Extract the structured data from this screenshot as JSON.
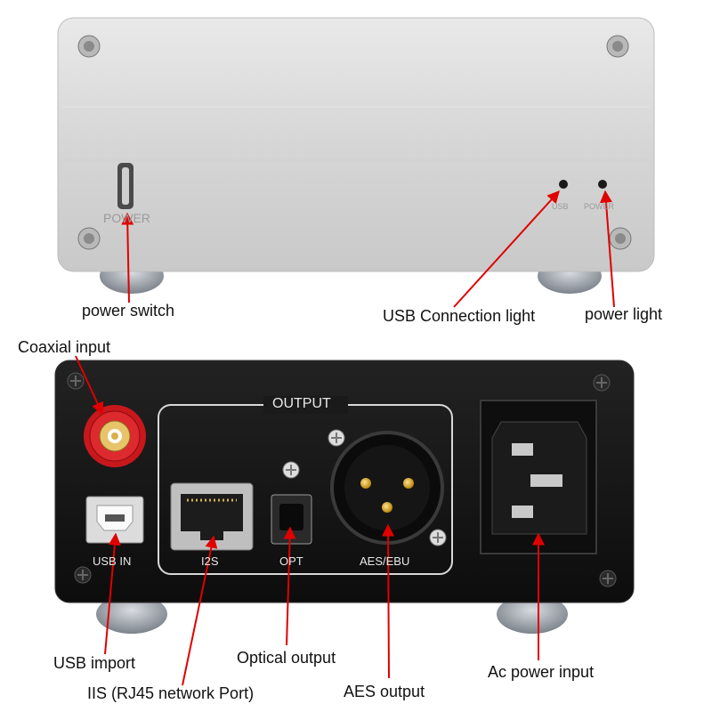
{
  "front_panel": {
    "labels": {
      "power": "POWER",
      "usb": "USB",
      "power_led": "POWER"
    }
  },
  "rear_panel": {
    "labels": {
      "output": "OUTPUT",
      "usb_in": "USB IN",
      "i2s": "I2S",
      "opt": "OPT",
      "aes_ebu": "AES/EBU"
    }
  },
  "callouts": {
    "power_switch": "power switch",
    "usb_connection_light": "USB Connection light",
    "power_light": "power light",
    "coaxial_input": "Coaxial input",
    "usb_import": "USB import",
    "iis_port": "IIS (RJ45 network Port)",
    "optical_output": "Optical output",
    "aes_output": "AES output",
    "ac_power_input": "Ac power input"
  },
  "colors": {
    "annotation": "#e00000",
    "front_panel": "#d9d9d9",
    "rear_panel": "#151515",
    "coax_red": "#c8181c"
  }
}
